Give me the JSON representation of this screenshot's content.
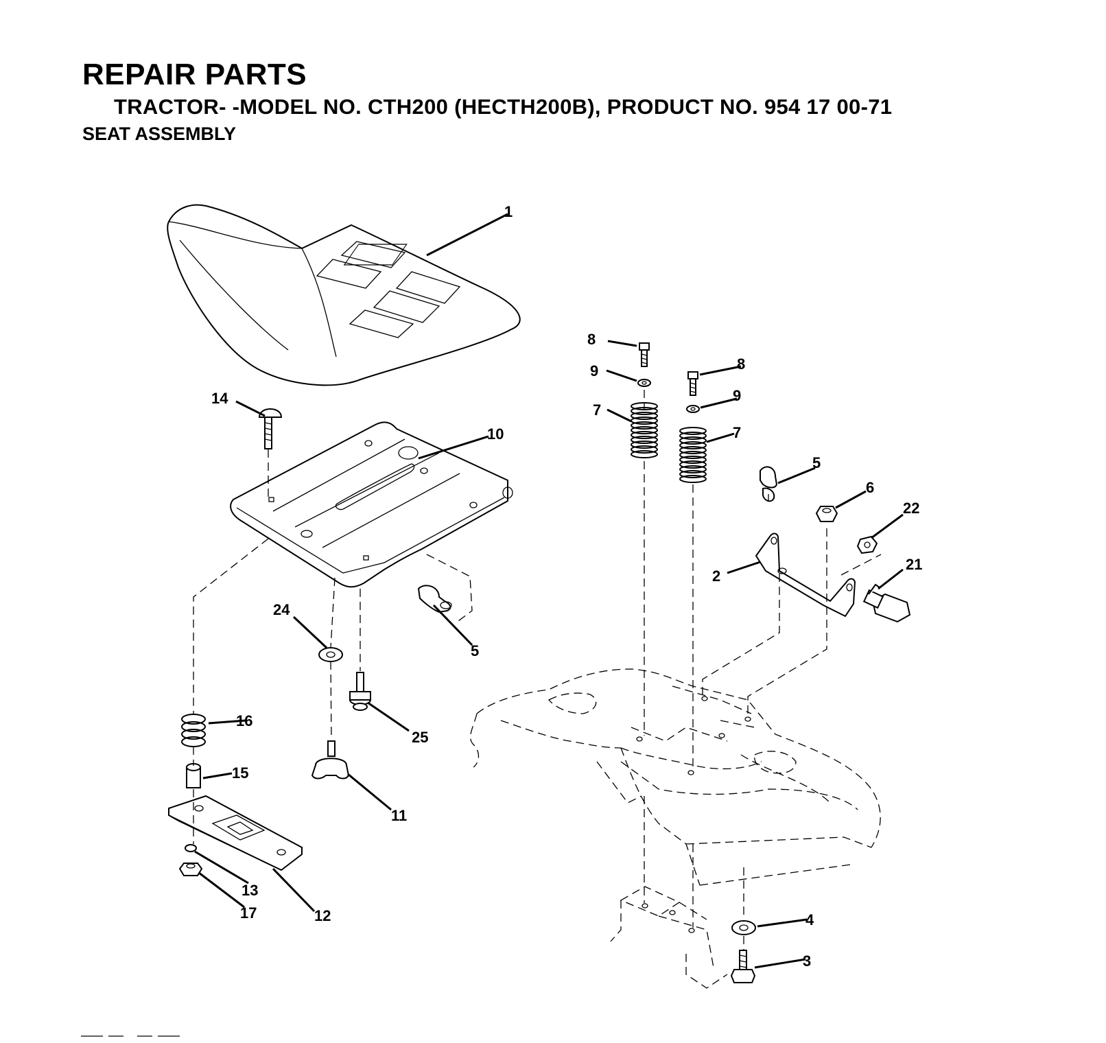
{
  "header": {
    "title": "REPAIR PARTS",
    "subtitle": "TRACTOR- -MODEL NO. CTH200 (HECTH200B), PRODUCT NO. 954 17 00-71",
    "section": "SEAT ASSEMBLY"
  },
  "callouts": {
    "c1": "1",
    "c2": "2",
    "c3": "3",
    "c4": "4",
    "c5a": "5",
    "c5b": "5",
    "c6": "6",
    "c7a": "7",
    "c7b": "7",
    "c8a": "8",
    "c8b": "8",
    "c9a": "9",
    "c9b": "9",
    "c10": "10",
    "c11": "11",
    "c12": "12",
    "c13": "13",
    "c14": "14",
    "c15": "15",
    "c16": "16",
    "c17": "17",
    "c21": "21",
    "c22": "22",
    "c24": "24",
    "c25": "25"
  }
}
